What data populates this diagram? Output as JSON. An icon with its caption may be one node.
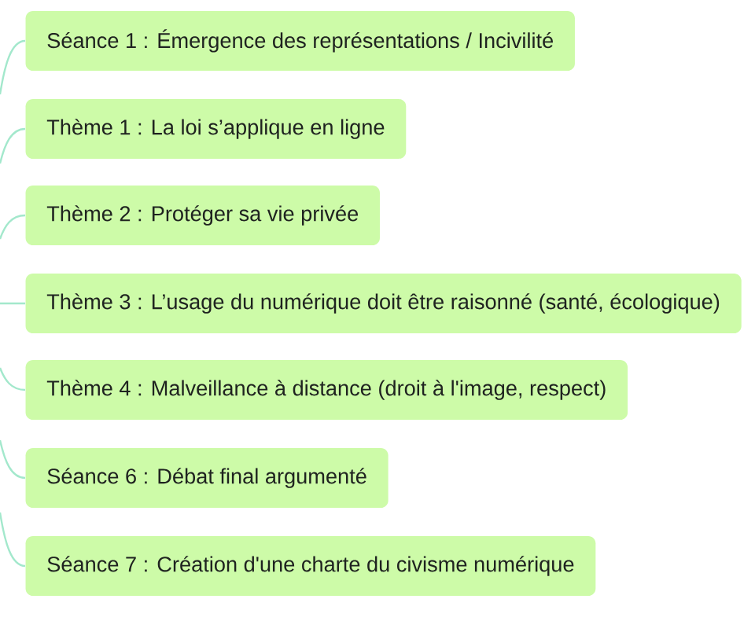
{
  "diagram": {
    "nodes": [
      {
        "text": [
          "Séance 1 : Émergence des représentations / Incivilité"
        ]
      },
      {
        "text": [
          "Thème 1 : La loi s’applique en ligne"
        ]
      },
      {
        "text": [
          "Thème 2 : Protéger sa vie privée"
        ]
      },
      {
        "text": [
          "Thème 3 : L’usage du numérique doit être raisonné (santé, écologique)"
        ]
      },
      {
        "text": [
          "Thème 4 : Malveillance à distance (droit à l'image, respect)"
        ]
      },
      {
        "text": [
          "Séance 6 : Débat final argumenté"
        ]
      },
      {
        "text": [
          "Séance 7 : Création d'une charte du civisme numérique"
        ]
      }
    ],
    "edges": [
      {
        "from": null,
        "to": 0,
        "arrow": "none"
      },
      {
        "from": null,
        "to": 1,
        "arrow": "none"
      },
      {
        "from": null,
        "to": 2,
        "arrow": "none"
      },
      {
        "from": null,
        "to": 3,
        "arrow": "none"
      },
      {
        "from": null,
        "to": 4,
        "arrow": "none"
      },
      {
        "from": null,
        "to": 5,
        "arrow": "none"
      },
      {
        "from": null,
        "to": 6,
        "arrow": "none"
      }
    ]
  }
}
